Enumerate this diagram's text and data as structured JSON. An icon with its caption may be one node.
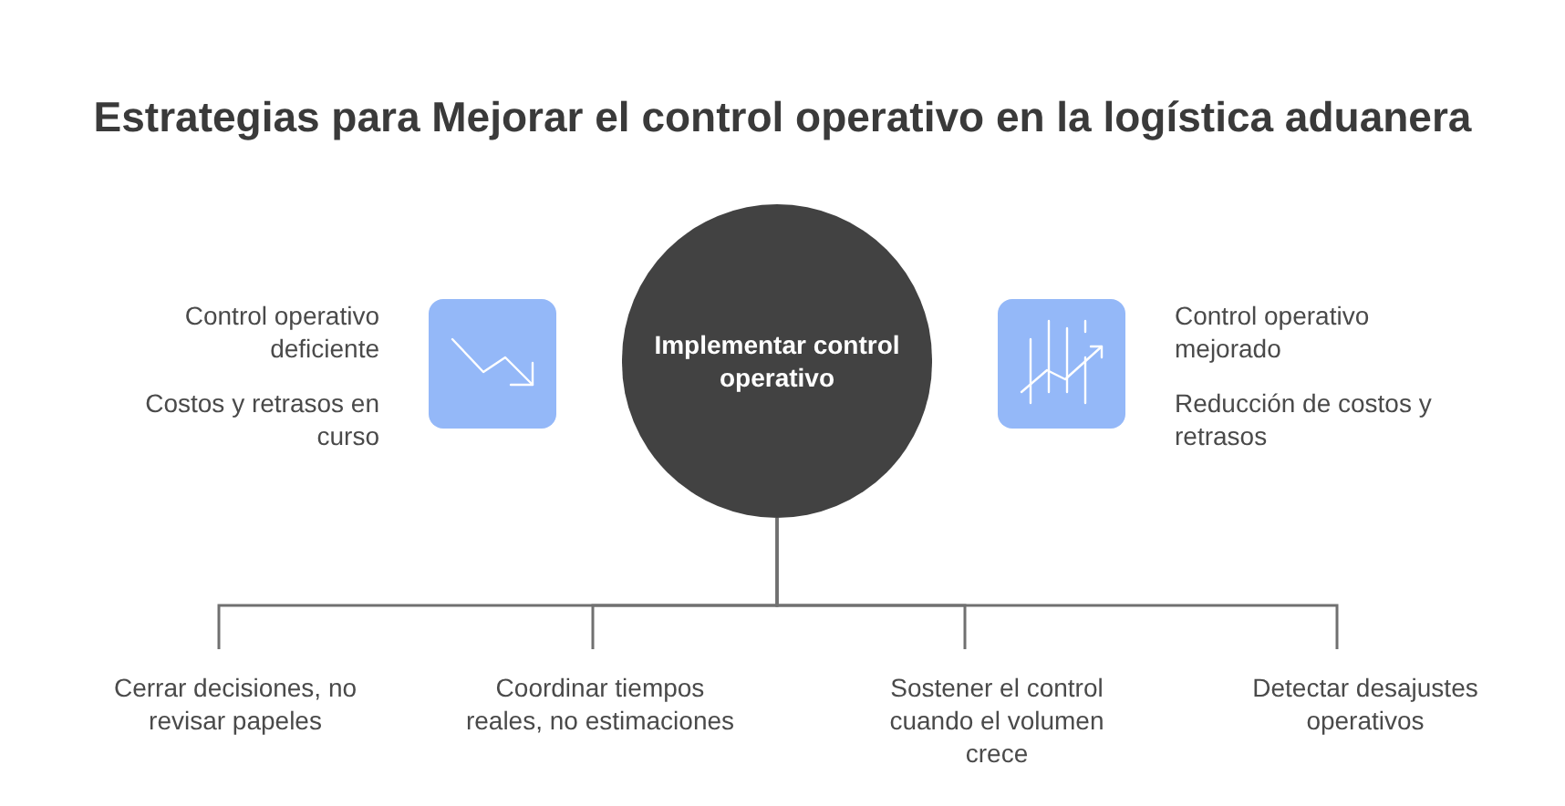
{
  "diagram": {
    "title": "Estrategias para Mejorar el control operativo en la logística aduanera",
    "nodes": [
      {
        "text": [],
        "shape": "picture",
        "beside": [
          "Control operativo deficiente",
          "Costos y retrasos en curso"
        ]
      },
      {
        "text": [
          "Implementar control operativo"
        ]
      },
      {
        "text": [],
        "shape": "picture",
        "beside": [
          "Control operativo mejorado",
          "Reducción de costos y retrasos"
        ]
      },
      {
        "text": [
          "Cerrar decisiones, no revisar papeles"
        ]
      },
      {
        "text": [
          "Coordinar tiempos reales, no estimaciones"
        ]
      },
      {
        "text": [
          "Sostener el control cuando el volumen crece"
        ]
      },
      {
        "text": [
          "Detectar desajustes operativos"
        ]
      }
    ],
    "edges": [
      {
        "from": 1,
        "to": 3,
        "arrow": "none"
      },
      {
        "from": 1,
        "to": 4,
        "arrow": "none"
      },
      {
        "from": 1,
        "to": 5,
        "arrow": "none"
      },
      {
        "from": 1,
        "to": 6,
        "arrow": "none"
      }
    ]
  }
}
